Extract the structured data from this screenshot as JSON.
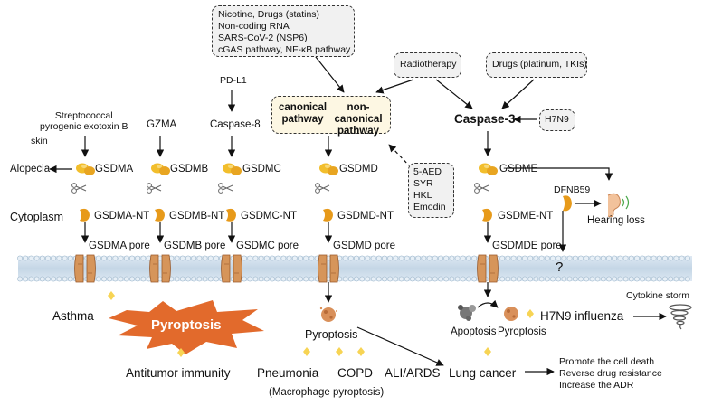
{
  "top_boxes": {
    "inducers": [
      "Nicotine, Drugs (statins)",
      "Non-coding RNA",
      "SARS-CoV-2 (NSP6)",
      "cGAS pathway, NF-κB pathway"
    ],
    "radiotherapy": "Radiotherapy",
    "drugs": "Drugs (platinum, TKIs)",
    "h7n9": "H7N9",
    "pathways": {
      "canonical": "canonical\npathway",
      "noncanonical": "non-canonical\npathway"
    },
    "inhibitors": [
      "5-AED",
      "SYR",
      "HKL",
      "Emodin"
    ]
  },
  "upstream": {
    "gsdma_cause": "Streptococcal\npyrogenic exotoxin B",
    "skin": "skin",
    "gzma": "GZMA",
    "pdl1": "PD-L1",
    "caspase8": "Caspase-8",
    "caspase3": "Caspase-3"
  },
  "proteins": [
    "GSDMA",
    "GSDMB",
    "GSDMC",
    "GSDMD",
    "GSDME"
  ],
  "nterms": [
    "GSDMA-NT",
    "GSDMB-NT",
    "GSDMC-NT",
    "GSDMD-NT",
    "GSDME-NT"
  ],
  "pores": [
    "GSDMA pore",
    "GSDMB pore",
    "GSDMC pore",
    "GSDMD pore",
    "GSDMDE pore"
  ],
  "side": {
    "alopecia": "Alopecia",
    "cytoplasm": "Cytoplasm",
    "dfnb59": "DFNB59",
    "hearing_loss": "Hearing loss",
    "question": "?"
  },
  "outcomes": {
    "asthma": "Asthma",
    "pyroptosis_star": "Pyroptosis",
    "antitumor": "Antitumor immunity",
    "pyroptosis_mid": "Pyroptosis",
    "pneumonia": "Pneumonia",
    "copd": "COPD",
    "ali": "ALI/ARDS",
    "macrophage": "(Macrophage pyroptosis)",
    "apoptosis": "Apoptosis",
    "pyroptosis_right": "Pyroptosis",
    "h7n9_influenza": "H7N9 influenza",
    "cytokine_storm": "Cytokine storm",
    "lung_cancer": "Lung cancer",
    "effects": [
      "Promote the cell death",
      "Reverse drug resistance",
      "Increase the ADR"
    ]
  },
  "colors": {
    "protein": "#f2be2c",
    "nterm": "#e79a1a",
    "channel": "#d6955a",
    "membrane": "#cfe0ee",
    "star": "#e26a2c",
    "diamond": "#f7d454"
  }
}
